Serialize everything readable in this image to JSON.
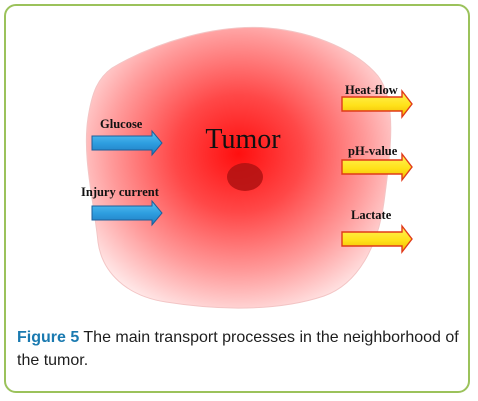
{
  "diagram": {
    "center_label": "Tumor",
    "inputs": [
      {
        "label": "Glucose"
      },
      {
        "label": "Injury current"
      }
    ],
    "outputs": [
      {
        "label": "Heat-flow"
      },
      {
        "label": "pH-value"
      },
      {
        "label": "Lactate"
      }
    ],
    "colors": {
      "tumor_core": "#ff1a1a",
      "tumor_edge": "#ffe6e6",
      "input_arrow": "#3aa6e8",
      "output_arrow": "#ffee22",
      "output_arrow_outline": "#e03a1a",
      "frame_border": "#9bc25b"
    }
  },
  "caption": {
    "label": "Figure 5",
    "text": " The main transport processes in the neighborhood of the tumor."
  }
}
